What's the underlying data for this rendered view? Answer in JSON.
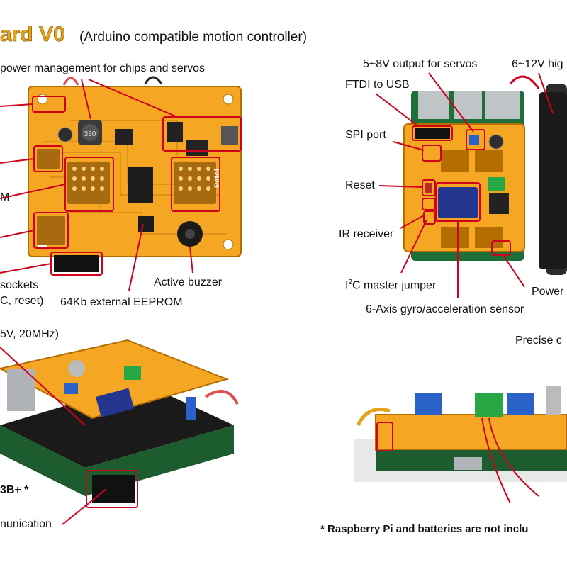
{
  "header": {
    "title": "ard V0",
    "subtitle": "(Arduino compatible motion controller)"
  },
  "labels_left": {
    "power_mgmt": "power management for chips and servos",
    "m": "M",
    "sockets": "sockets",
    "c_reset": "C, reset)",
    "eeprom": "64Kb external EEPROM",
    "buzzer": "Active buzzer",
    "mcu": "5V, 20MHz)",
    "pi": "3B+ *",
    "comm": "nunication"
  },
  "labels_right": {
    "servo_out": "5~8V output for servos",
    "high_v": "6~12V hig",
    "ftdi": "FTDI to USB",
    "spi": "SPI port",
    "reset": "Reset",
    "ir": "IR receiver",
    "i2c_prefix": "I",
    "i2c_sup": "2",
    "i2c_rest": "C master jumper",
    "power": "Power",
    "gyro": "6-Axis gyro/acceleration sensor",
    "precise": "Precise c"
  },
  "footnote": "* Raspberry Pi and batteries are not inclu",
  "colors": {
    "pcb": "#f5a623",
    "pcb_dark": "#d98a12",
    "callout": "#d0021b",
    "title": "#e8a317"
  },
  "board_text": {
    "inductor": "330",
    "brand": "Petoi"
  }
}
